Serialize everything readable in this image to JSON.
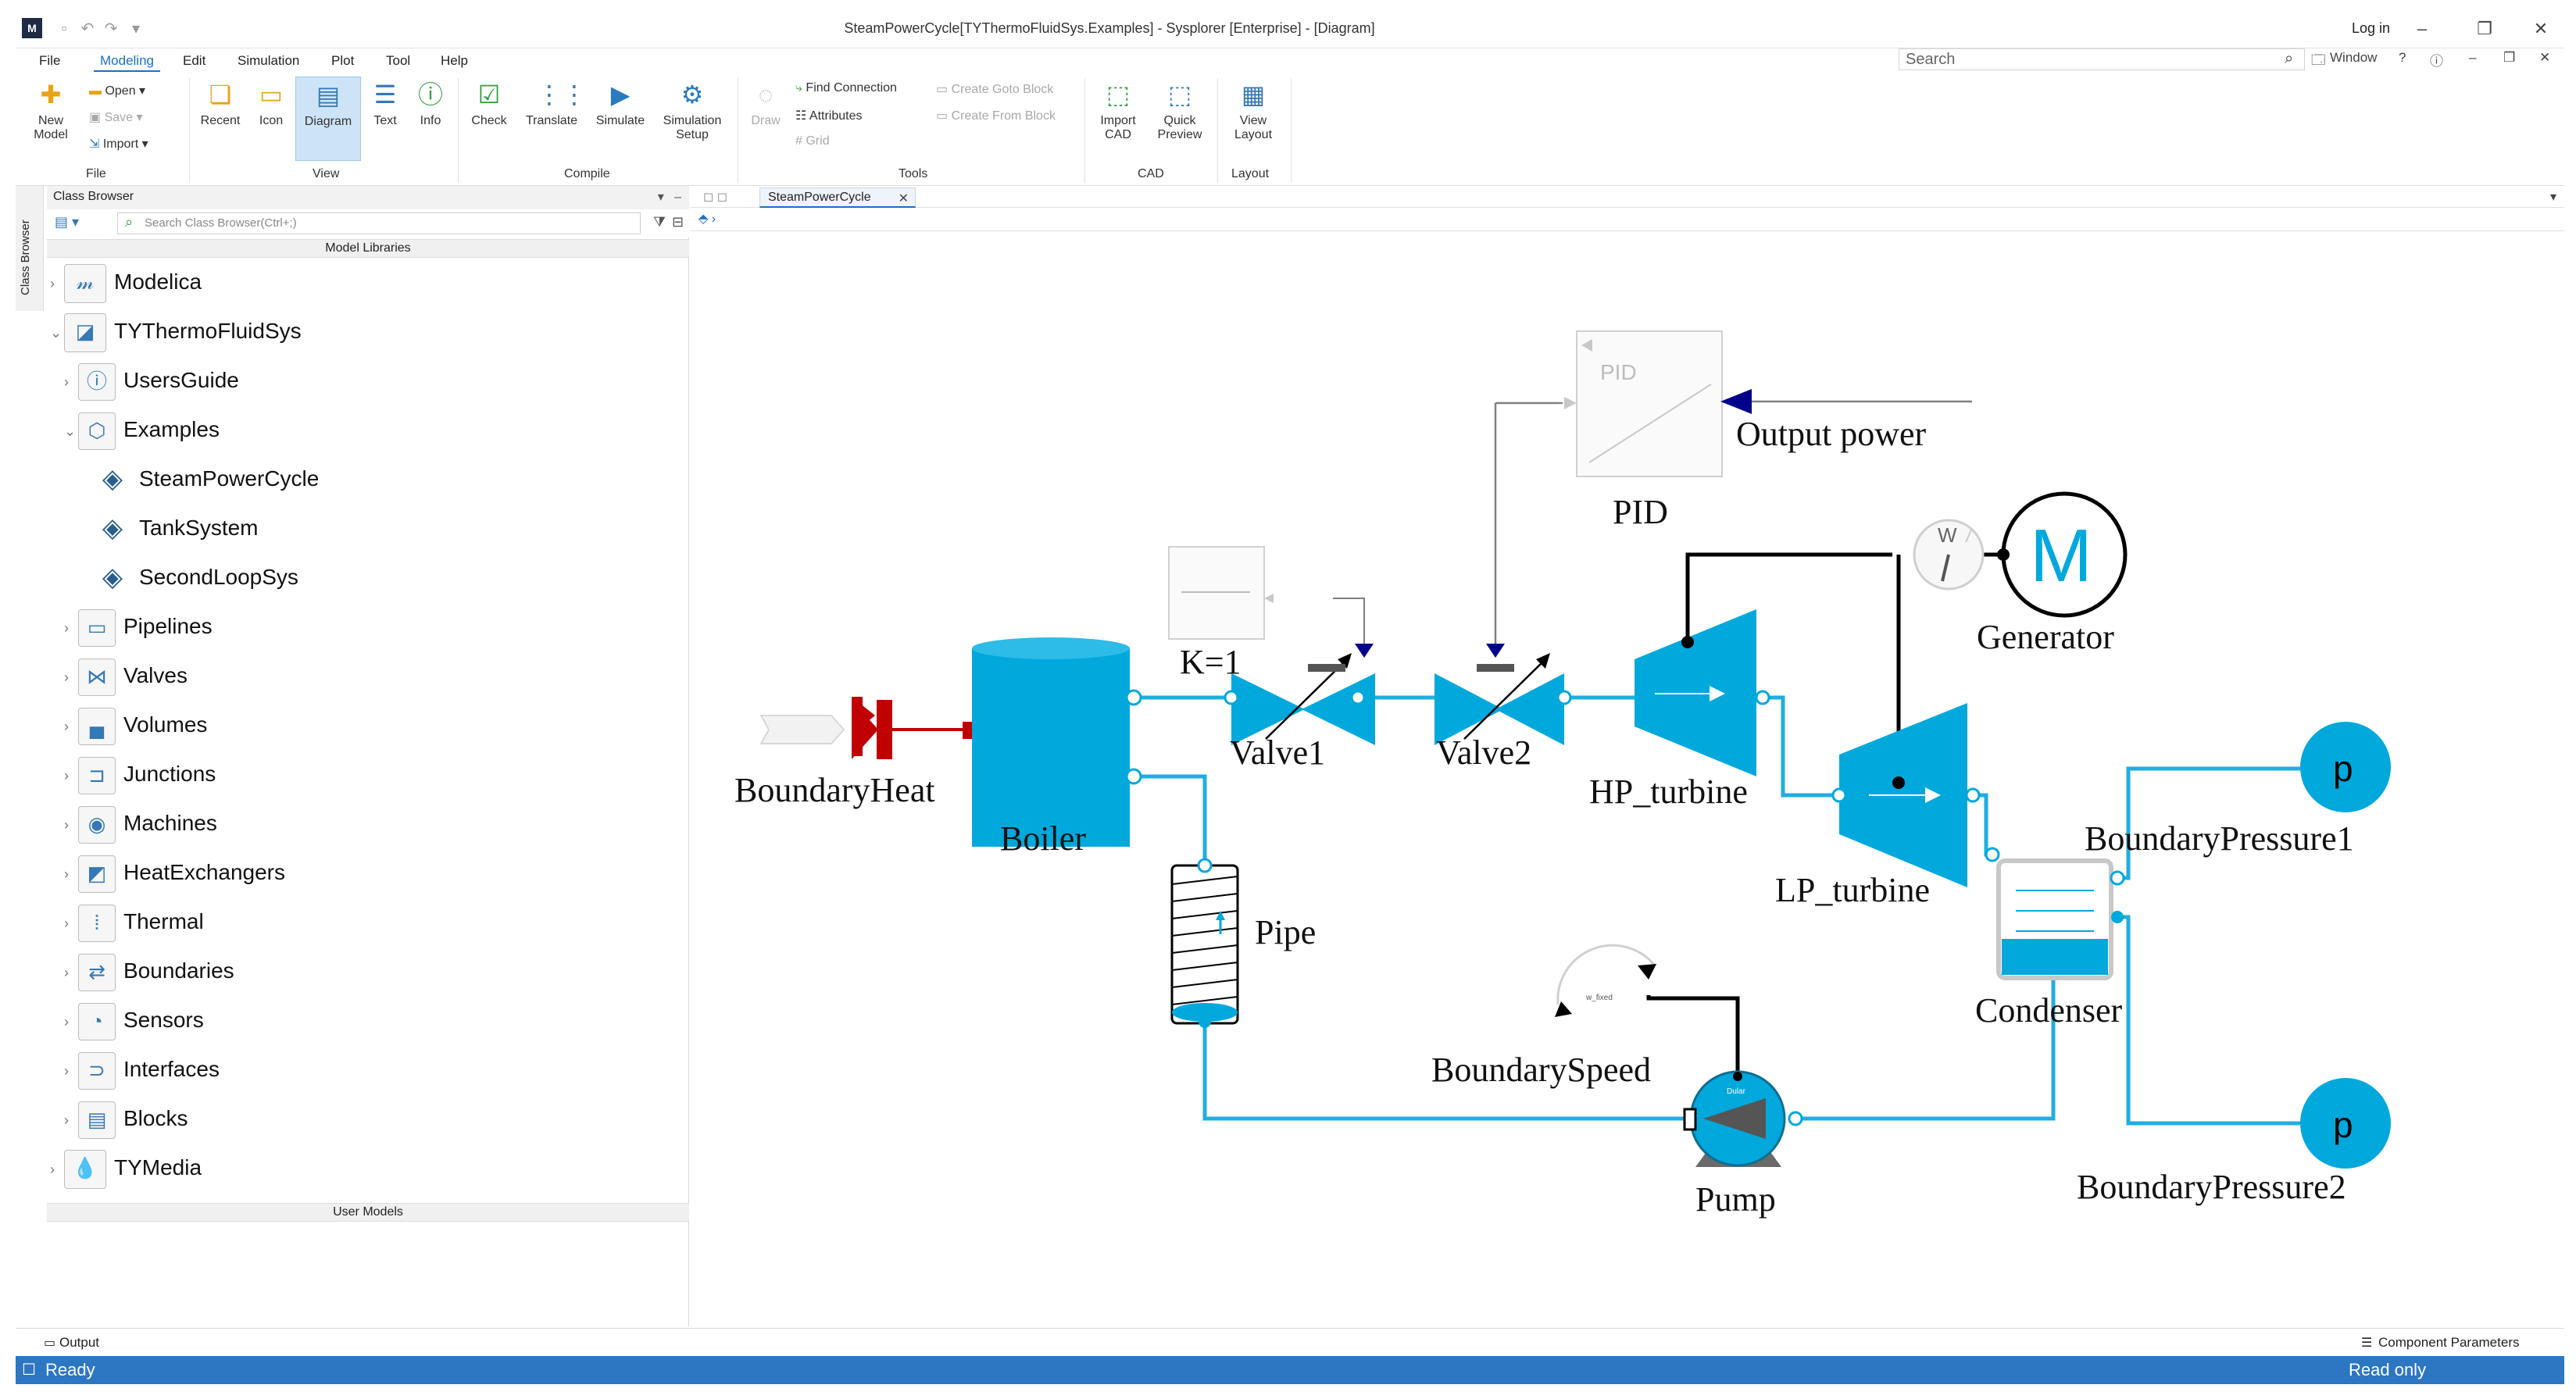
{
  "window": {
    "title": "SteamPowerCycle[TYThermoFluidSys.Examples] - Sysplorer [Enterprise] - [Diagram]",
    "login": "Log in",
    "logo": "M"
  },
  "menu": {
    "items": [
      "File",
      "Modeling",
      "Edit",
      "Simulation",
      "Plot",
      "Tool",
      "Help"
    ],
    "active": "Modeling",
    "search_placeholder": "Search",
    "window_label": "Window"
  },
  "ribbon": {
    "new_model": "New\nModel",
    "open": "Open",
    "save": "Save",
    "import": "Import",
    "recent": "Recent",
    "icon": "Icon",
    "diagram": "Diagram",
    "text": "Text",
    "info": "Info",
    "check": "Check",
    "translate": "Translate",
    "simulate": "Simulate",
    "simulation_setup": "Simulation Setup",
    "draw": "Draw",
    "find_connection": "Find Connection",
    "attributes": "Attributes",
    "grid": "Grid",
    "create_goto": "Create Goto Block",
    "create_from": "Create From Block",
    "import_cad": "Import CAD",
    "quick_preview": "Quick Preview",
    "view_layout": "View Layout",
    "groups": {
      "file": "File",
      "view": "View",
      "compile": "Compile",
      "tools": "Tools",
      "cad": "CAD",
      "layout": "Layout"
    }
  },
  "class_browser": {
    "vertical_tab": "Class Browser",
    "title": "Class Browser",
    "search_placeholder": "Search Class Browser(Ctrl+;)",
    "model_libraries": "Model Libraries",
    "user_models": "User Models",
    "tree": [
      {
        "label": "Modelica",
        "level": 0,
        "expanded": false,
        "icon": "modelica-icon"
      },
      {
        "label": "TYThermoFluidSys",
        "level": 0,
        "expanded": true,
        "icon": "library-icon"
      },
      {
        "label": "UsersGuide",
        "level": 1,
        "expanded": false,
        "icon": "info-icon"
      },
      {
        "label": "Examples",
        "level": 1,
        "expanded": true,
        "icon": "package-icon"
      },
      {
        "label": "SteamPowerCycle",
        "level": 2,
        "leaf": true,
        "icon": "model-stack-icon"
      },
      {
        "label": "TankSystem",
        "level": 2,
        "leaf": true,
        "icon": "model-stack-icon"
      },
      {
        "label": "SecondLoopSys",
        "level": 2,
        "leaf": true,
        "icon": "model-stack-icon"
      },
      {
        "label": "Pipelines",
        "level": 1,
        "expanded": false,
        "icon": "pipe-icon"
      },
      {
        "label": "Valves",
        "level": 1,
        "expanded": false,
        "icon": "valve-icon"
      },
      {
        "label": "Volumes",
        "level": 1,
        "expanded": false,
        "icon": "volume-icon"
      },
      {
        "label": "Junctions",
        "level": 1,
        "expanded": false,
        "icon": "junction-icon"
      },
      {
        "label": "Machines",
        "level": 1,
        "expanded": false,
        "icon": "machine-icon"
      },
      {
        "label": "HeatExchangers",
        "level": 1,
        "expanded": false,
        "icon": "heat-exchanger-icon"
      },
      {
        "label": "Thermal",
        "level": 1,
        "expanded": false,
        "icon": "thermal-icon"
      },
      {
        "label": "Boundaries",
        "level": 1,
        "expanded": false,
        "icon": "boundary-icon"
      },
      {
        "label": "Sensors",
        "level": 1,
        "expanded": false,
        "icon": "sensor-icon"
      },
      {
        "label": "Interfaces",
        "level": 1,
        "expanded": false,
        "icon": "interface-icon"
      },
      {
        "label": "Blocks",
        "level": 1,
        "expanded": false,
        "icon": "blocks-icon"
      },
      {
        "label": "TYMedia",
        "level": 0,
        "expanded": false,
        "icon": "media-drop-icon"
      }
    ]
  },
  "editor": {
    "tab": "SteamPowerCycle"
  },
  "diagram": {
    "labels": {
      "pid_icon_text": "PID",
      "pid": "PID",
      "output_power": "Output  power",
      "k": "K=1",
      "generator_letter": "M",
      "generator": "Generator",
      "wattmeter": "W",
      "boundary_heat": "BoundaryHeat",
      "boiler": "Boiler",
      "valve1": "Valve1",
      "valve2": "Valve2",
      "hp_turbine": "HP_turbine",
      "lp_turbine": "LP_turbine",
      "pipe": "Pipe",
      "condenser": "Condenser",
      "boundary_pressure1": "BoundaryPressure1",
      "boundary_pressure2": "BoundaryPressure2",
      "pressure_letter": "p",
      "boundary_speed": "BoundarySpeed",
      "speed_icon_text": "w_fixed",
      "pump_icon_text": "Dular",
      "pump": "Pump"
    },
    "colors": {
      "fluid": "#00a8dc",
      "line": "#1faee0",
      "signal": "#000000",
      "heat": "#c00000",
      "control": "#00008b"
    }
  },
  "bottom": {
    "output": "Output",
    "component_parameters": "Component Parameters"
  },
  "status": {
    "left": "Ready",
    "right": "Read only"
  }
}
